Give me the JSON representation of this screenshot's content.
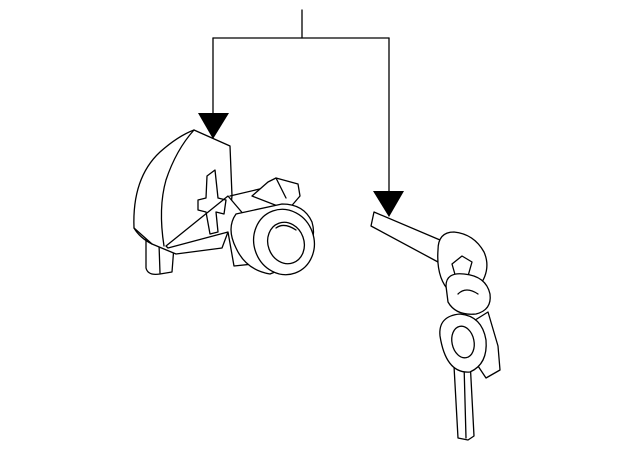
{
  "diagram": {
    "background": "#ffffff",
    "line_color": "#000000",
    "parts": [
      "lock-cylinder",
      "key-set"
    ],
    "callout": "leader-line-with-two-arrows"
  }
}
